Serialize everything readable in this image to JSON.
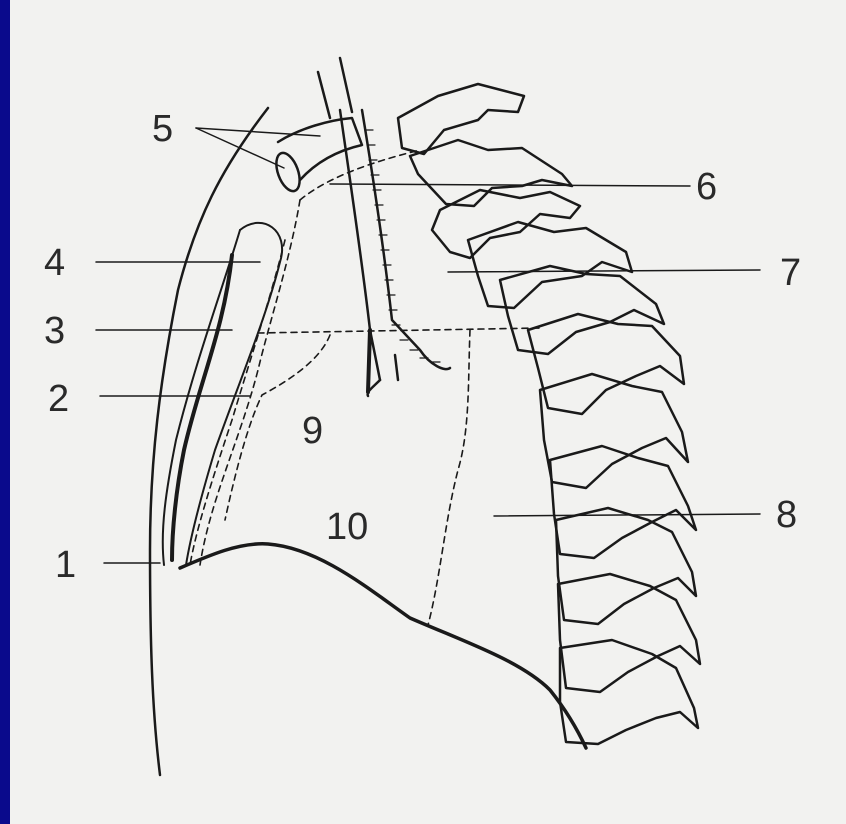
{
  "diagram": {
    "labels": {
      "l1": "1",
      "l2": "2",
      "l3": "3",
      "l4": "4",
      "l5": "5",
      "l6": "6",
      "l7": "7",
      "l8": "8",
      "l9": "9",
      "l10": "10"
    },
    "colors": {
      "background": "#0a0a8c",
      "paper": "#f2f2f0",
      "ink": "#1a1a1a"
    }
  }
}
